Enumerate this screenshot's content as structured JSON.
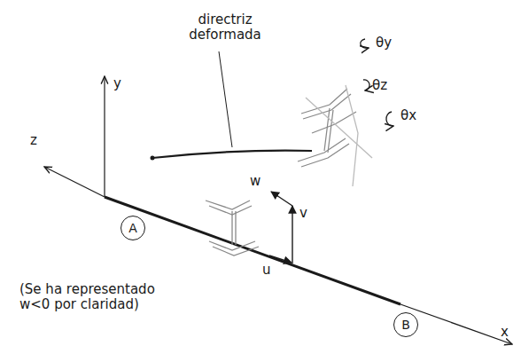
{
  "diagram": {
    "nodes": [
      {
        "text": [
          "A"
        ]
      },
      {
        "text": [
          "B"
        ]
      }
    ],
    "labels": [
      "directriz deformada",
      "y",
      "z",
      "x",
      "u",
      "v",
      "w",
      "θy",
      "θz",
      "θx",
      "(Se ha representado w<0 por claridad)"
    ]
  }
}
